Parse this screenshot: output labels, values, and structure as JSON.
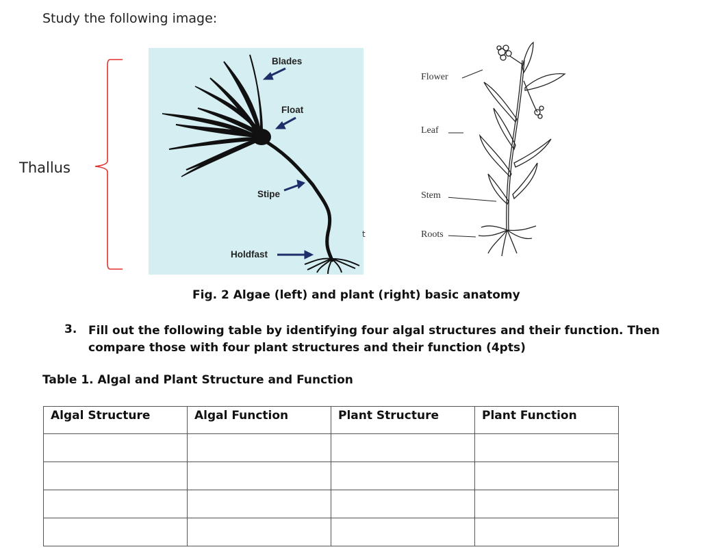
{
  "intro_text": "Study the following image:",
  "thallus_label": "Thallus",
  "algae_labels": {
    "blades": "Blades",
    "float": "Float",
    "stipe": "Stipe",
    "holdfast": "Holdfast"
  },
  "stray_mark": "t",
  "plant_labels": {
    "flower": "Flower",
    "leaf": "Leaf",
    "stem": "Stem",
    "roots": "Roots"
  },
  "caption": "Fig. 2 Algae (left) and plant (right) basic anatomy",
  "question": {
    "number": "3.",
    "text": "Fill out the following table by identifying four algal structures and their function. Then compare those with four plant structures and their function (4pts)"
  },
  "table": {
    "title": "Table 1. Algal and Plant Structure and Function",
    "headers": [
      "Algal Structure",
      "Algal Function",
      "Plant Structure",
      "Plant Function"
    ],
    "rows": [
      [
        "",
        "",
        "",
        ""
      ],
      [
        "",
        "",
        "",
        ""
      ],
      [
        "",
        "",
        "",
        ""
      ],
      [
        "",
        "",
        "",
        ""
      ]
    ]
  },
  "colors": {
    "bracket": "#e0322d",
    "algae_background": "#d5eef1",
    "arrow": "#1c2f6b"
  }
}
